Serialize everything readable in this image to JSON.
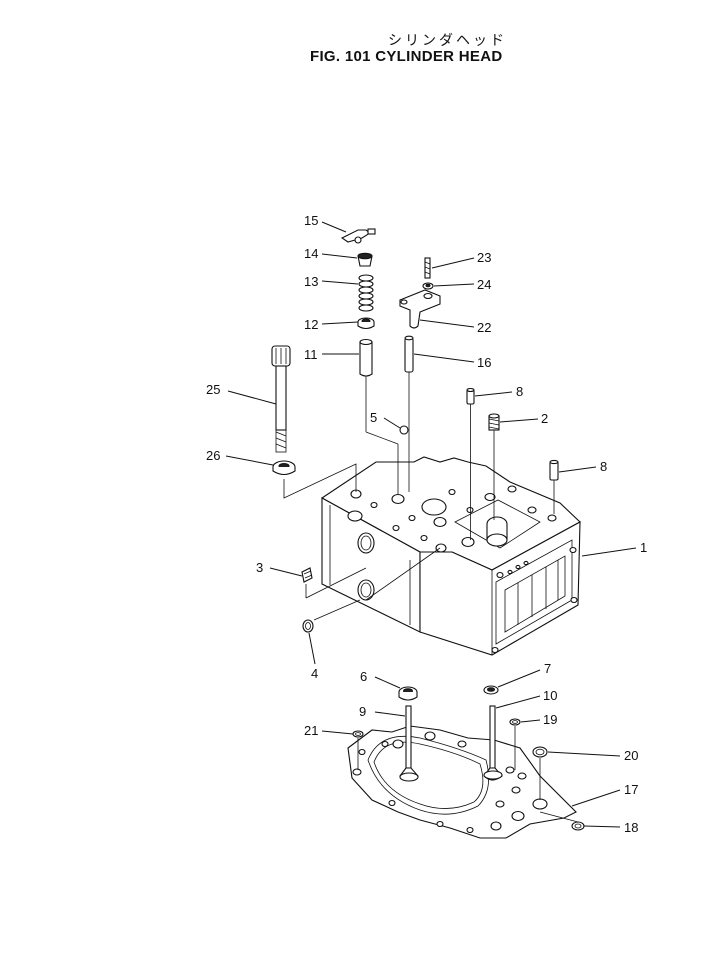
{
  "title": {
    "japanese": "シリンダヘッド",
    "english": "FIG. 101  CYLINDER HEAD"
  },
  "callouts": [
    {
      "id": "c1",
      "label": "1"
    },
    {
      "id": "c2",
      "label": "2"
    },
    {
      "id": "c3",
      "label": "3"
    },
    {
      "id": "c4",
      "label": "4"
    },
    {
      "id": "c5",
      "label": "5"
    },
    {
      "id": "c6",
      "label": "6"
    },
    {
      "id": "c7",
      "label": "7"
    },
    {
      "id": "c8a",
      "label": "8"
    },
    {
      "id": "c8b",
      "label": "8"
    },
    {
      "id": "c9",
      "label": "9"
    },
    {
      "id": "c10",
      "label": "10"
    },
    {
      "id": "c11",
      "label": "11"
    },
    {
      "id": "c12",
      "label": "12"
    },
    {
      "id": "c13",
      "label": "13"
    },
    {
      "id": "c14",
      "label": "14"
    },
    {
      "id": "c15",
      "label": "15"
    },
    {
      "id": "c16",
      "label": "16"
    },
    {
      "id": "c17",
      "label": "17"
    },
    {
      "id": "c18",
      "label": "18"
    },
    {
      "id": "c19",
      "label": "19"
    },
    {
      "id": "c20",
      "label": "20"
    },
    {
      "id": "c21",
      "label": "21"
    },
    {
      "id": "c22",
      "label": "22"
    },
    {
      "id": "c23",
      "label": "23"
    },
    {
      "id": "c24",
      "label": "24"
    },
    {
      "id": "c25",
      "label": "25"
    },
    {
      "id": "c26",
      "label": "26"
    }
  ]
}
